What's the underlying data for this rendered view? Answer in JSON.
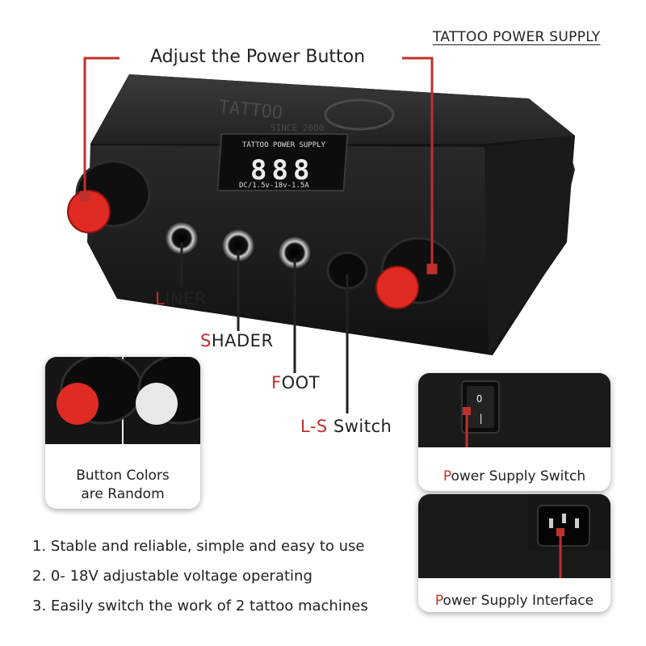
{
  "header": {
    "brand_label": "TATTOO POWER SUPPLY"
  },
  "callouts": {
    "adjust": "Adjust the Power Button",
    "liner": {
      "first": "L",
      "rest": "INER"
    },
    "shader": {
      "first": "S",
      "rest": "HADER"
    },
    "foot": {
      "first": "F",
      "rest": "OOT"
    },
    "ls_switch": {
      "first": "L-S",
      "rest": " Switch"
    }
  },
  "device": {
    "embossed_top": "TATTOO",
    "embossed_since": "SINCE 2000",
    "display_title": "TATTOO POWER SUPPLY",
    "display_digits": "888",
    "display_spec": "DC/1.5v-18v-1.5A"
  },
  "button_colors": {
    "line1": "Button Colors",
    "line2": "are Random"
  },
  "switch_panel": {
    "first": "P",
    "rest": "ower Supply Switch",
    "rocker_top": "O",
    "rocker_bottom": "|"
  },
  "interface_panel": {
    "first": "P",
    "rest": "ower Supply Interface"
  },
  "features": [
    "1. Stable and reliable, simple and easy to use",
    "2. 0- 18V adjustable voltage operating",
    "3. Easily switch the work of 2 tattoo machines"
  ],
  "colors": {
    "accent_red": "#d32a22",
    "body_black": "#1c1c1c"
  }
}
